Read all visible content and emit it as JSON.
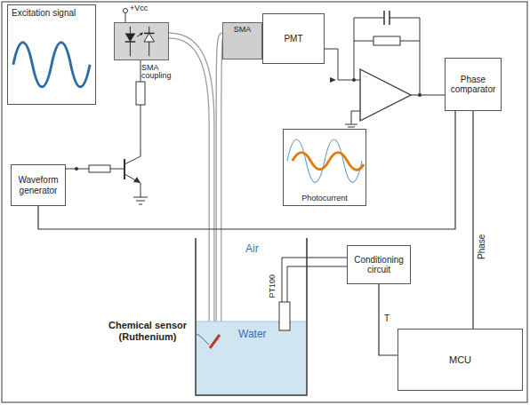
{
  "diagram": {
    "nodes": [
      {
        "text": [
          "Excitation signal"
        ]
      },
      {
        "text": [
          "SMA coupling"
        ]
      },
      {
        "text": [
          "SMA"
        ]
      },
      {
        "text": [
          "PMT"
        ]
      },
      {
        "text": [
          "Phase comparator"
        ]
      },
      {
        "text": [
          "Waveform generator"
        ]
      },
      {
        "text": [
          "Photocurrent"
        ]
      },
      {
        "text": [
          "Conditioning circuit"
        ]
      },
      {
        "text": [
          "MCU"
        ]
      }
    ],
    "edges": [
      {
        "from": 5,
        "to": 4,
        "arrow": "none"
      },
      {
        "from": 7,
        "to": 8,
        "label": "T",
        "arrow": "none"
      },
      {
        "from": 4,
        "to": 8,
        "label": "Phase",
        "arrow": "none"
      }
    ],
    "labels": [
      "+Vcc",
      "Air",
      "Water",
      "Chemical sensor (Ruthenium)",
      "PT100"
    ]
  }
}
